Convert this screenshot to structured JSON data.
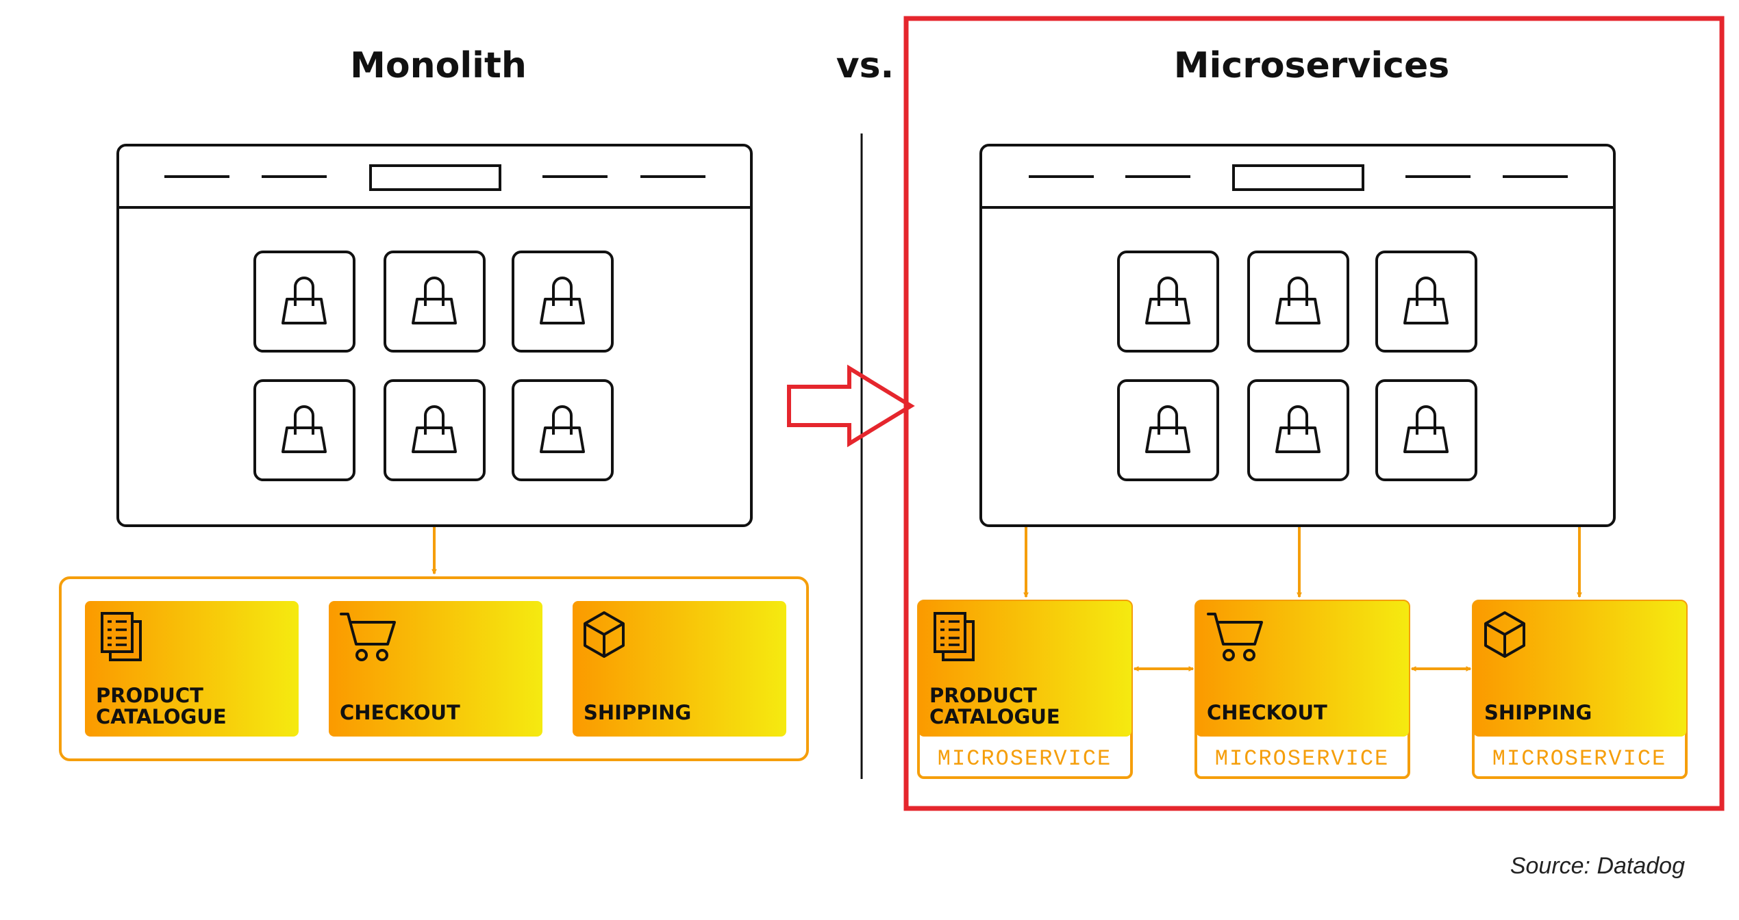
{
  "titles": {
    "monolith": "Monolith",
    "vs": "vs.",
    "microservices": "Microservices"
  },
  "services": [
    {
      "line1": "PRODUCT",
      "line2": "CATALOGUE",
      "icon": "catalogue-document-icon"
    },
    {
      "line1": "CHECKOUT",
      "line2": "",
      "icon": "shopping-cart-icon"
    },
    {
      "line1": "SHIPPING",
      "line2": "",
      "icon": "package-box-icon"
    }
  ],
  "microservice_label": "MICROSERVICE",
  "source": "Source: Datadog",
  "colors": {
    "accent_orange": "#F59E0B",
    "gradient_start": "#FB9A00",
    "gradient_end": "#F5EA10",
    "highlight_red": "#E5262D",
    "line": "#111111"
  },
  "icons": {
    "product_tile": "shopping-bag-icon",
    "arrow": "transition-arrow-icon"
  }
}
